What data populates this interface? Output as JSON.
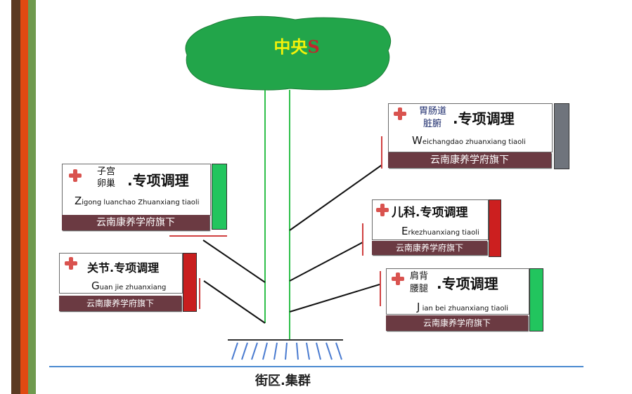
{
  "central": {
    "text_cn": "中央",
    "text_s": "S"
  },
  "signs": {
    "zigong": {
      "name_line1": "子宫",
      "name_line2": "卵巢",
      "title": ".专项调理",
      "pinyin_cap": "Z",
      "pinyin_rest": "igong luanchao Zhuanxiang tiaoli",
      "footer": "云南康养学府旗下",
      "bar_color": "#22c55e"
    },
    "weichang": {
      "name_line1": "胃肠道",
      "name_line2": "脏腑",
      "title": ".专项调理",
      "pinyin_cap": "W",
      "pinyin_rest": "eichangdao zhuanxiang tiaoli",
      "footer": "云南康养学府旗下",
      "bar_color": "#6f747c"
    },
    "erke": {
      "title": "儿科.专项调理",
      "pinyin_cap": "E",
      "pinyin_rest": "rkezhuanxiang tiaoli",
      "footer": "云南康养学府旗下",
      "bar_color": "#cc1f1f"
    },
    "guanjie": {
      "title": "关节.专项调理",
      "pinyin_cap": "G",
      "pinyin_rest": "uan jie zhuanxiang",
      "footer": "云南康养学府旗下",
      "bar_color": "#c81e1e"
    },
    "jianbei": {
      "name_line1": "肩背",
      "name_line2": "腰腿",
      "title": ".专项调理",
      "pinyin_cap": "J",
      "pinyin_rest": " ian bei zhuanxiang tiaoli",
      "footer": "云南康养学府旗下",
      "bar_color": "#22c55e"
    }
  },
  "caption": "街区.集群",
  "colors": {
    "canopy": "#22a54a",
    "trunk_line": "#2fbf4a",
    "ground_line": "#4a8ad0",
    "footer": "#6b3a42",
    "cross": "#d9534f"
  }
}
